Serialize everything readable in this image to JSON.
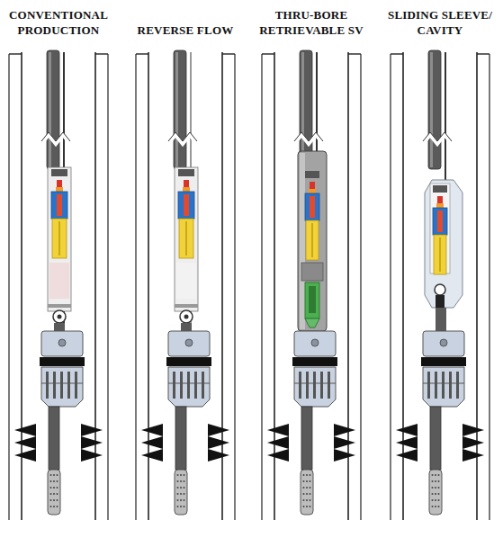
{
  "diagram": {
    "labels": [
      "CONVENTIONAL PRODUCTION",
      "REVERSE FLOW",
      "THRU-BORE RETRIEVABLE SV",
      "SLIDING SLEEVE/ CAVITY"
    ]
  }
}
